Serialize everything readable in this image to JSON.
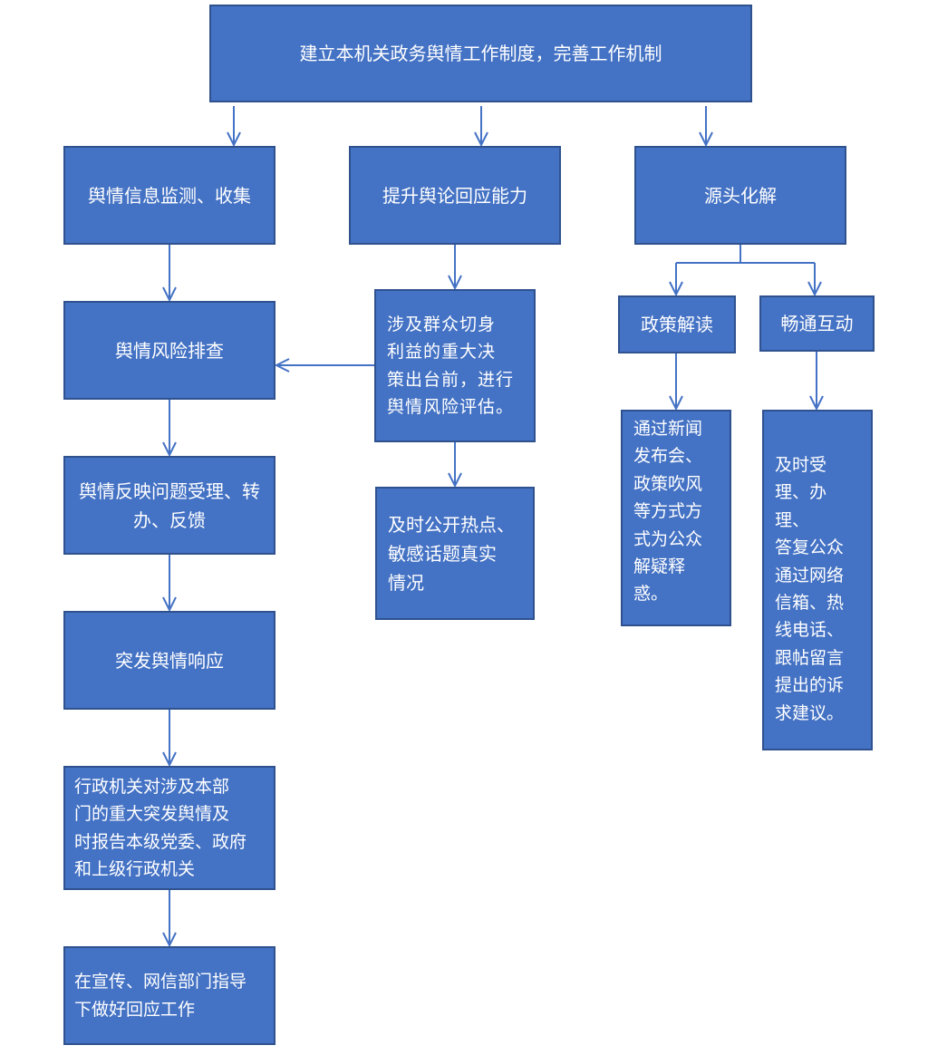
{
  "diagram": {
    "nodes": {
      "top": "建立本机关政务舆情工作制度，完善工作机制",
      "monitor": "舆情信息监测、收集",
      "improve": "提升舆论回应能力",
      "source": "源头化解",
      "risk_check": "舆情风险排查",
      "major_decision": "涉及群众切身\n利益的重大决\n策出台前，进行\n舆情风险评估。",
      "policy_interpret": "政策解读",
      "interaction": "畅通互动",
      "feedback": "舆情反映问题受理、转\n办、反馈",
      "disclose": "及时公开热点、\n敏感话题真实\n情况",
      "press": "通过新闻\n发布会、\n政策吹风\n等方式方\n式为公众\n解疑释\n惑。",
      "respond_timely": "及时受\n理、办理、\n答复公众\n通过网络\n信箱、热\n线电话、\n跟帖留言\n提出的诉\n求建议。",
      "emergency": "突发舆情响应",
      "report": "行政机关对涉及本部\n门的重大突发舆情及\n时报告本级党委、政府\n和上级行政机关",
      "guidance": "在宣传、网信部门指导\n下做好回应工作"
    }
  },
  "colors": {
    "box_fill": "#4472c4",
    "box_border": "#2f528f",
    "arrow": "#4472c4",
    "text": "#ffffff"
  }
}
